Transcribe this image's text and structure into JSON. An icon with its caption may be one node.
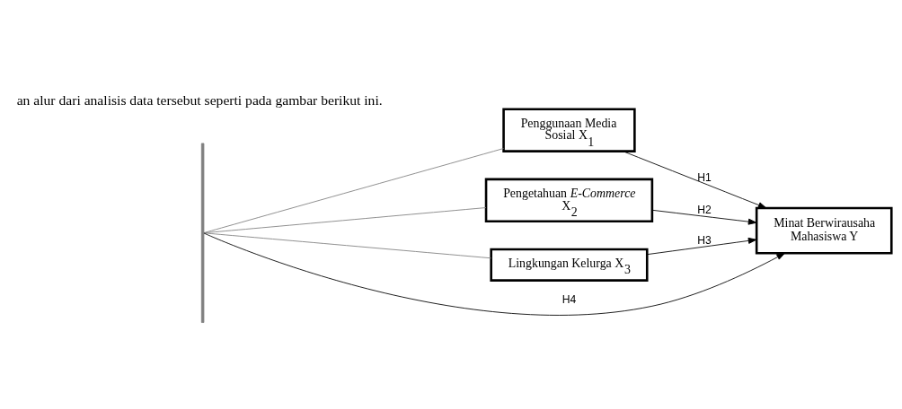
{
  "diagram": {
    "nodes": [
      {
        "text": [
          "Penggunaan Media Sosial X$_{1}$"
        ]
      },
      {
        "text": [
          "Pengetahuan *E-Commerce* X$_{2}$"
        ]
      },
      {
        "text": [
          "Lingkungan Kelurga X$_{3}$"
        ]
      },
      {
        "text": [
          "Minat Berwirausaha Mahasiswa Y"
        ]
      },
      {
        "text": [],
        "shape": "bar"
      }
    ],
    "edges": [
      {
        "from": 0,
        "to": 3,
        "arrow": "to",
        "label": "H1"
      },
      {
        "from": 1,
        "to": 3,
        "arrow": "to",
        "label": "H2"
      },
      {
        "from": 2,
        "to": 3,
        "arrow": "to",
        "label": "H3"
      },
      {
        "from": 0,
        "to": 4,
        "arrow": "none",
        "color": "#808080"
      },
      {
        "from": 1,
        "to": 4,
        "arrow": "none",
        "color": "#808080"
      },
      {
        "from": 2,
        "to": 4,
        "arrow": "none",
        "color": "#808080"
      },
      {
        "from": 4,
        "to": 3,
        "arrow": "to",
        "label": "H4"
      }
    ],
    "labels": [
      "an alur dari analisis data tersebut seperti pada gambar berikut ini."
    ]
  }
}
